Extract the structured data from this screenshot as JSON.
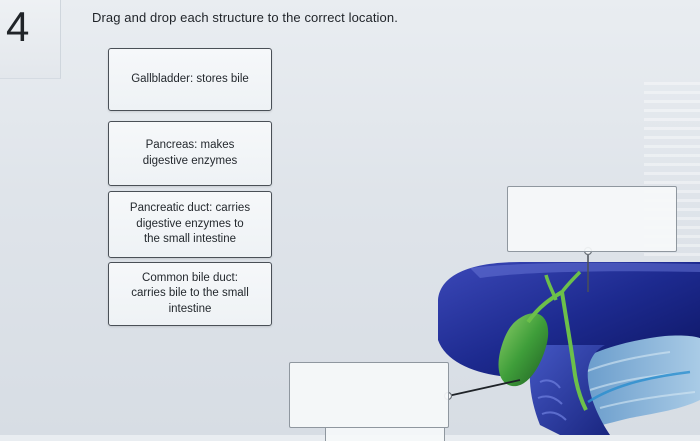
{
  "question": {
    "number": "4",
    "instructions": "Drag and drop each structure to the correct location."
  },
  "drag_items": [
    {
      "lines": [
        "Gallbladder: stores bile"
      ]
    },
    {
      "lines": [
        "Pancreas: makes",
        "digestive enzymes"
      ]
    },
    {
      "lines": [
        "Pancreatic duct: carries",
        "digestive enzymes to",
        "the small intestine"
      ]
    },
    {
      "lines": [
        "Common bile duct:",
        "carries bile to the small",
        "intestine"
      ]
    }
  ],
  "colors": {
    "liver": "#1d2a8f",
    "gallbladder": "#3f9e3a",
    "pancreas": "#7fb3d8",
    "duodenum": "#2c3f9e",
    "bile_duct": "#6cc04a"
  }
}
